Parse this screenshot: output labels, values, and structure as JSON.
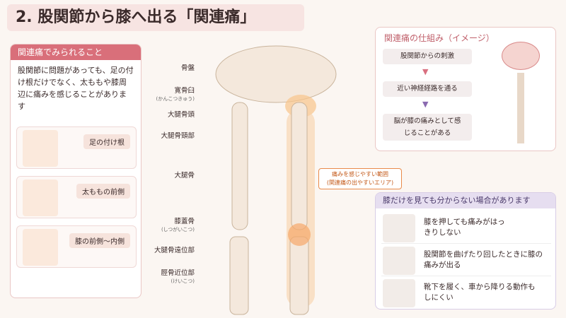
{
  "title": "2. 股関節から膝へ出る「関連痛」",
  "left": {
    "header": "関連痛でみられること",
    "desc": "股関節に問題があっても、足の付け根だけでなく、太ももや膝周辺に痛みを感じることがあります",
    "cards": [
      "足の付け根",
      "太ももの前側",
      "膝の前側〜内側"
    ]
  },
  "labels": [
    {
      "t": "骨盤",
      "s": ""
    },
    {
      "t": "寛骨臼",
      "s": "(かんこつきゅう)"
    },
    {
      "t": "大腿骨頭",
      "s": ""
    },
    {
      "t": "大腿骨頸部",
      "s": ""
    },
    {
      "t": "大腿骨",
      "s": ""
    },
    {
      "t": "膝蓋骨",
      "s": "(しつがいこつ)"
    },
    {
      "t": "大腿骨遠位部",
      "s": ""
    },
    {
      "t": "脛骨近位部",
      "s": "(けいこつ)"
    }
  ],
  "callout": [
    "痛みを感じやすい範囲",
    "(関連痛の出やすいエリア)"
  ],
  "mech": {
    "header": "関連痛の仕組み（イメージ）",
    "steps": [
      "股関節からの刺激",
      "近い神経経路を通る",
      "脳が膝の痛みとして感じることがある"
    ]
  },
  "knee": {
    "header": "膝だけを見ても分からない場合があります",
    "rows": [
      "膝を押しても痛みがはっきりしない",
      "股関節を曲げたり回したときに膝の痛みが出る",
      "靴下を履く、車から降りる動作もしにくい"
    ]
  }
}
